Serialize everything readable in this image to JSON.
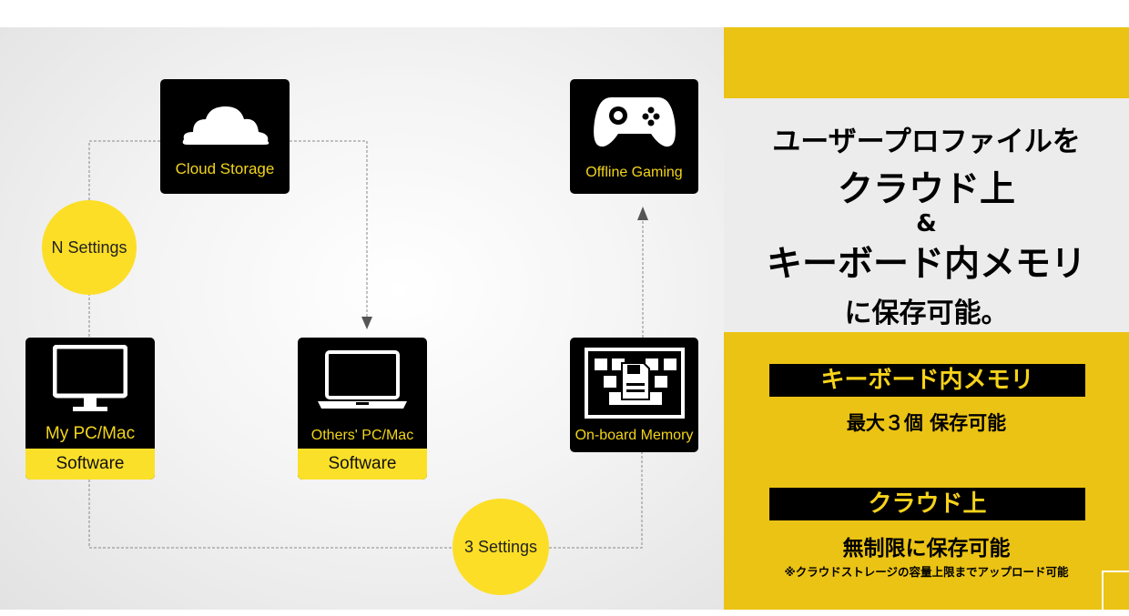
{
  "diagram": {
    "cloud_storage": "Cloud Storage",
    "offline_gaming": "Offline Gaming",
    "my_pc": "My PC/Mac",
    "others_pc": "Others' PC/Mac",
    "software_label": "Software",
    "onboard_memory": "On-board Memory",
    "n_settings": "N Settings",
    "three_settings": "3 Settings"
  },
  "panel": {
    "line1": "ユーザープロファイルを",
    "line2": "クラウド上",
    "line3": "&",
    "line4": "キーボード内メモリ",
    "line5": "に保存可能。",
    "memory_heading": "キーボード内メモリ",
    "memory_desc": "最大３個 保存可能",
    "cloud_heading": "クラウド上",
    "cloud_desc": "無制限に保存可能",
    "cloud_note": "※クラウドストレージの容量上限までアップロード可能"
  },
  "colors": {
    "yellow": "#ebc314",
    "label_yellow": "#f3d51a",
    "circle": "#fcde26"
  }
}
